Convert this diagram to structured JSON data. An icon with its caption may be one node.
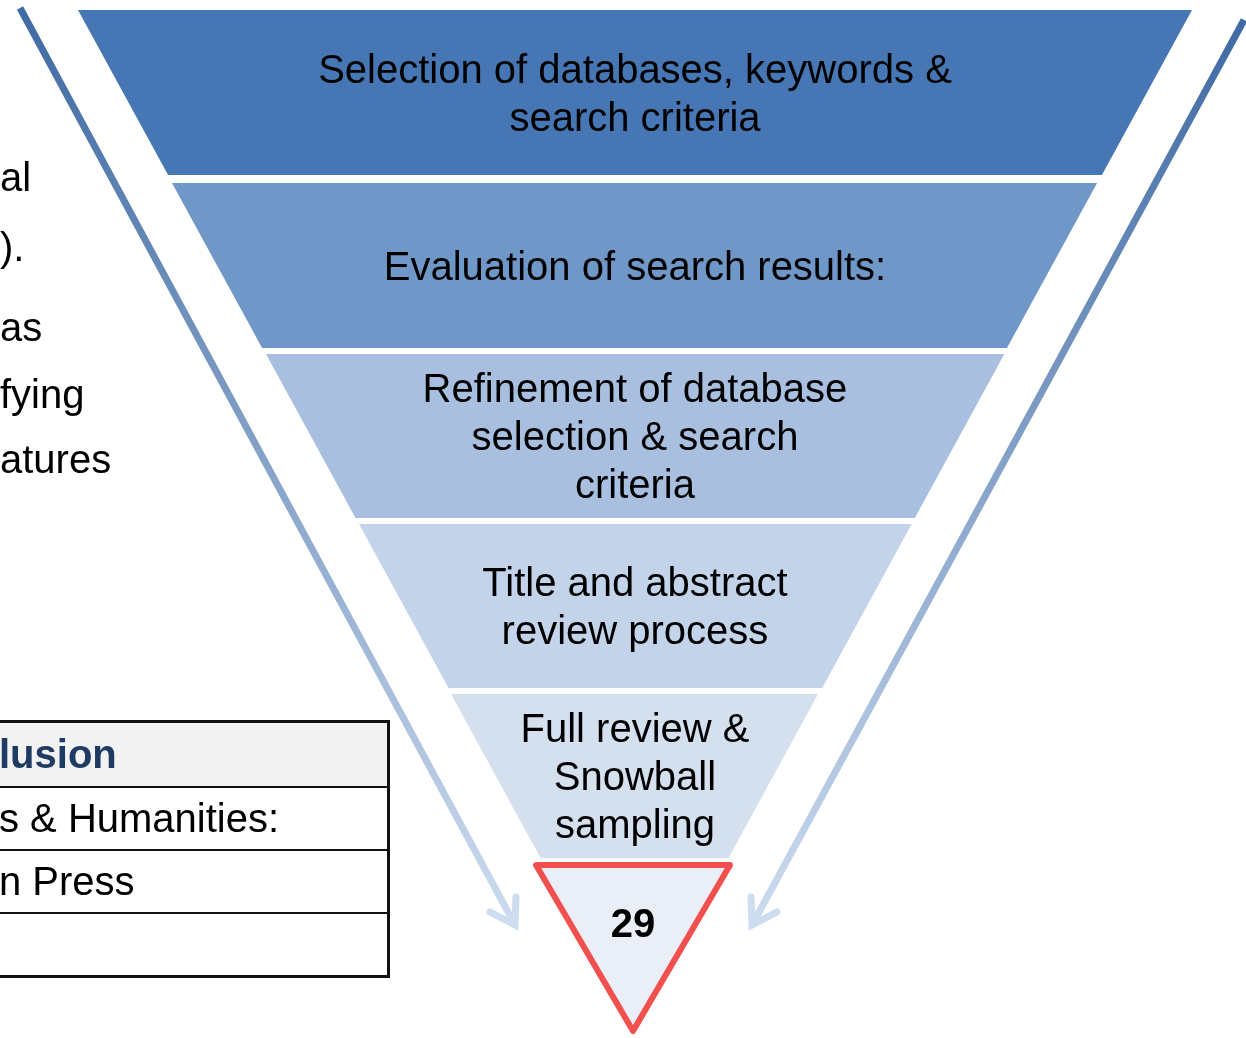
{
  "diagram": {
    "nodes": [
      {
        "text": [
          "Selection of databases, keywords & search criteria"
        ]
      },
      {
        "text": [
          "Evaluation of search results:"
        ]
      },
      {
        "text": [
          "Refinement of database selection & search criteria"
        ]
      },
      {
        "text": [
          "Title and abstract review process"
        ]
      },
      {
        "text": [
          "Full review & Snowball sampling"
        ]
      },
      {
        "text": [
          "29"
        ]
      }
    ],
    "labels": [
      "al",
      ").",
      "as",
      "fying",
      "atures",
      "lusion",
      "s & Humanities:",
      "n Press"
    ]
  }
}
